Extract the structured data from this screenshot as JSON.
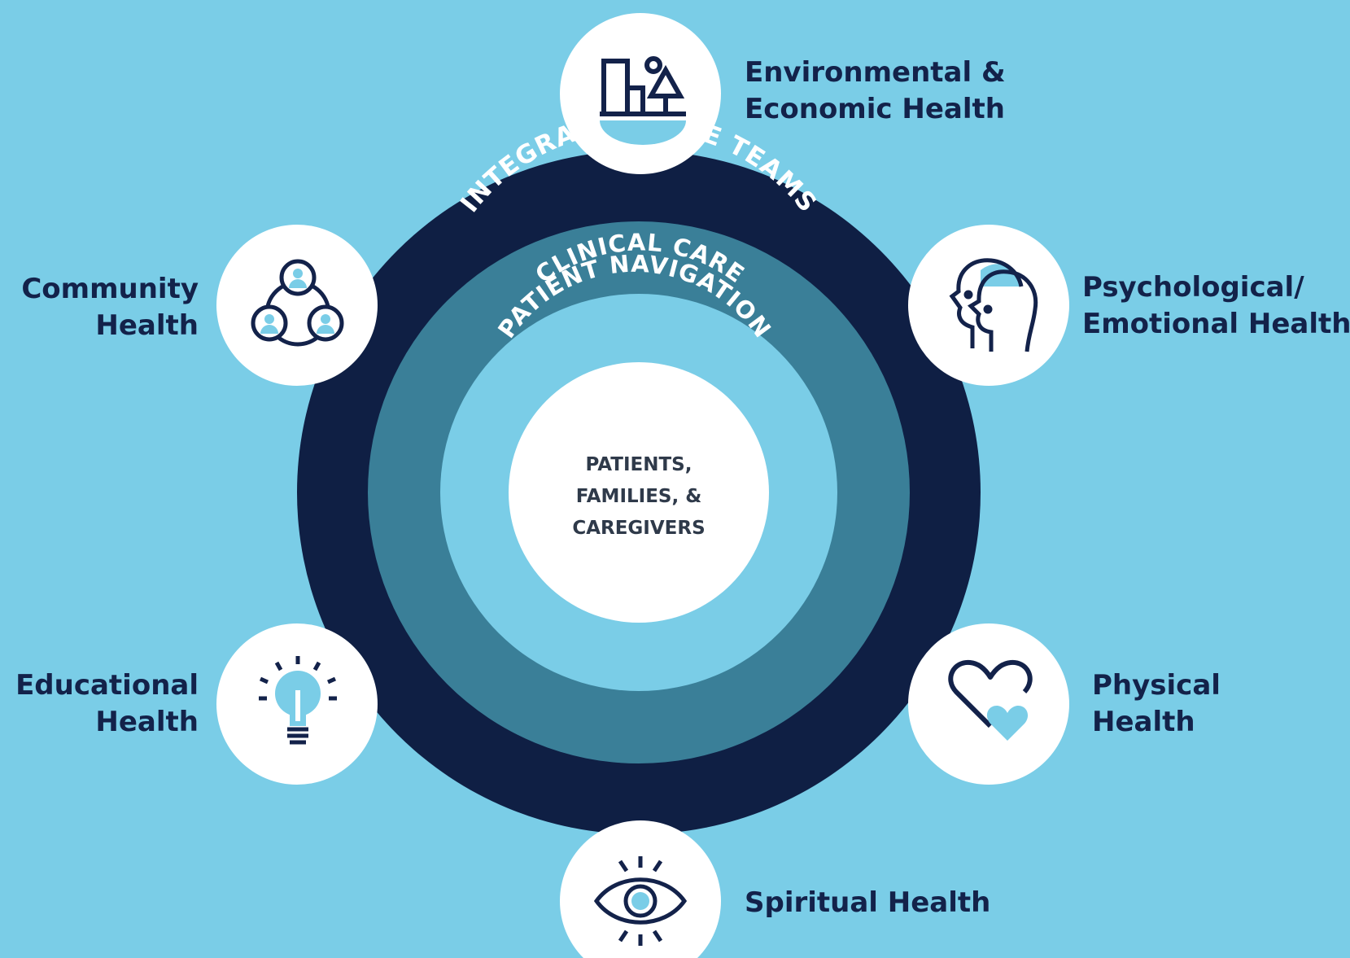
{
  "colors": {
    "background": "#7acde7",
    "outer_ring": "#0f1f44",
    "middle_ring": "#3a7f98",
    "inner_ring": "#7acde7",
    "center": "#ffffff",
    "icon_stroke": "#13224a",
    "icon_accent": "#7acde7",
    "label_text": "#13224a"
  },
  "rings": {
    "outer": "INTEGRATED CARE TEAMS",
    "middle": "CLINICAL CARE",
    "inner": "PATIENT NAVIGATION"
  },
  "center": {
    "line1": "PATIENTS,",
    "line2": "FAMILIES, &",
    "line3": "CAREGIVERS"
  },
  "nodes": {
    "environmental": {
      "line1": "Environmental &",
      "line2": "Economic Health",
      "icon": "city-tree-icon"
    },
    "psychological": {
      "line1": "Psychological/",
      "line2": "Emotional Health",
      "icon": "two-heads-icon"
    },
    "physical": {
      "line1": "Physical",
      "line2": "Health",
      "icon": "hearts-icon"
    },
    "spiritual": {
      "line1": "Spiritual Health",
      "icon": "eye-icon"
    },
    "educational": {
      "line1": "Educational",
      "line2": "Health",
      "icon": "lightbulb-icon"
    },
    "community": {
      "line1": "Community",
      "line2": "Health",
      "icon": "people-circle-icon"
    }
  }
}
